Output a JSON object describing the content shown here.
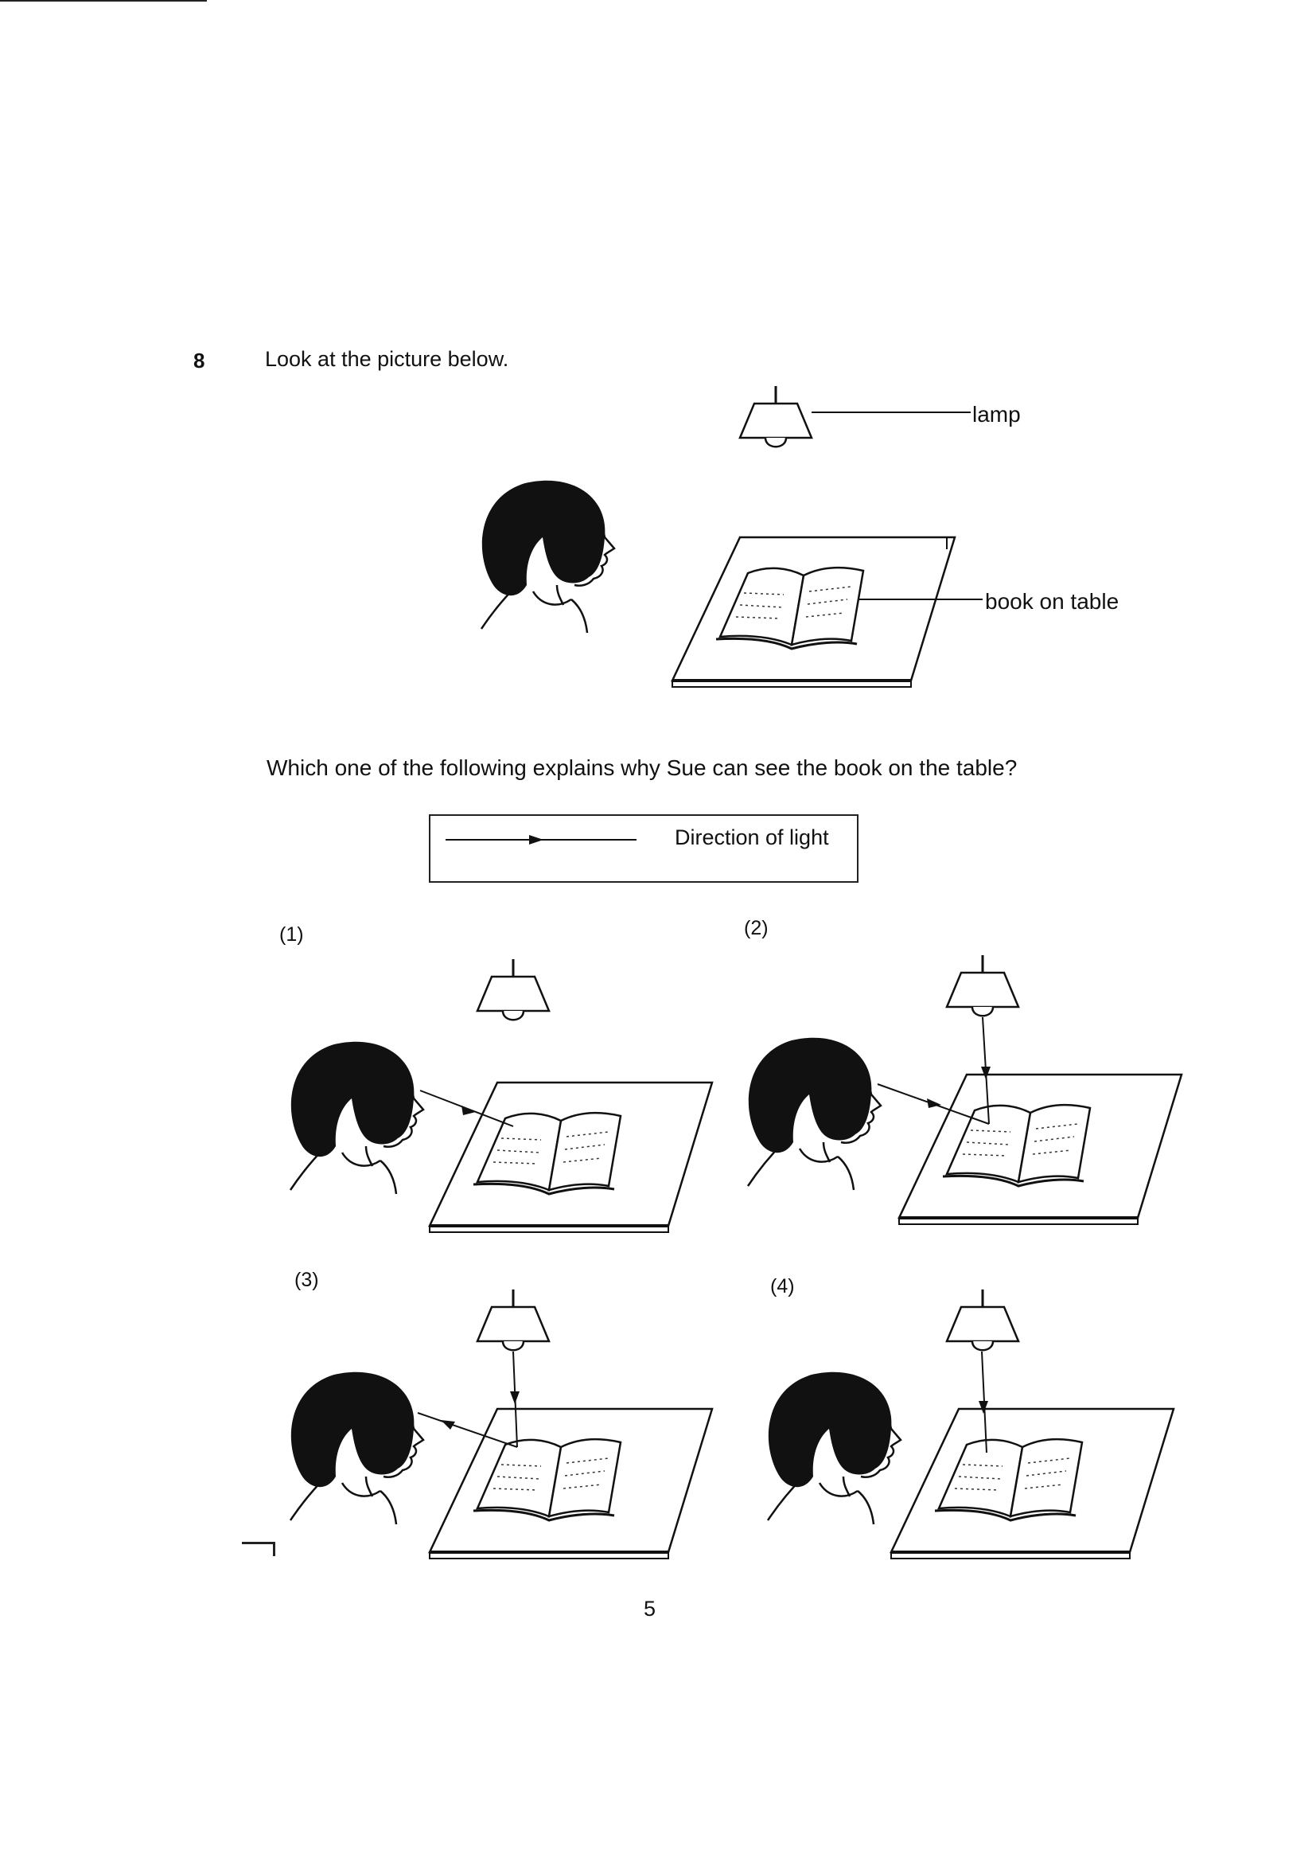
{
  "question": {
    "number": "8",
    "prompt": "Look at the picture below.",
    "stem": "Which one of the following explains why Sue can see the book on the table?"
  },
  "main_figure": {
    "labels": {
      "lamp": "lamp",
      "book": "book on table"
    }
  },
  "legend": {
    "text": "Direction of light"
  },
  "options": [
    {
      "label": "(1)",
      "light_path": "eye-to-book"
    },
    {
      "label": "(2)",
      "light_path": "lamp-to-book-and-eye-to-book"
    },
    {
      "label": "(3)",
      "light_path": "lamp-to-book-and-book-to-eye"
    },
    {
      "label": "(4)",
      "light_path": "lamp-to-book-only"
    }
  ],
  "footer": {
    "page_number": "5"
  }
}
